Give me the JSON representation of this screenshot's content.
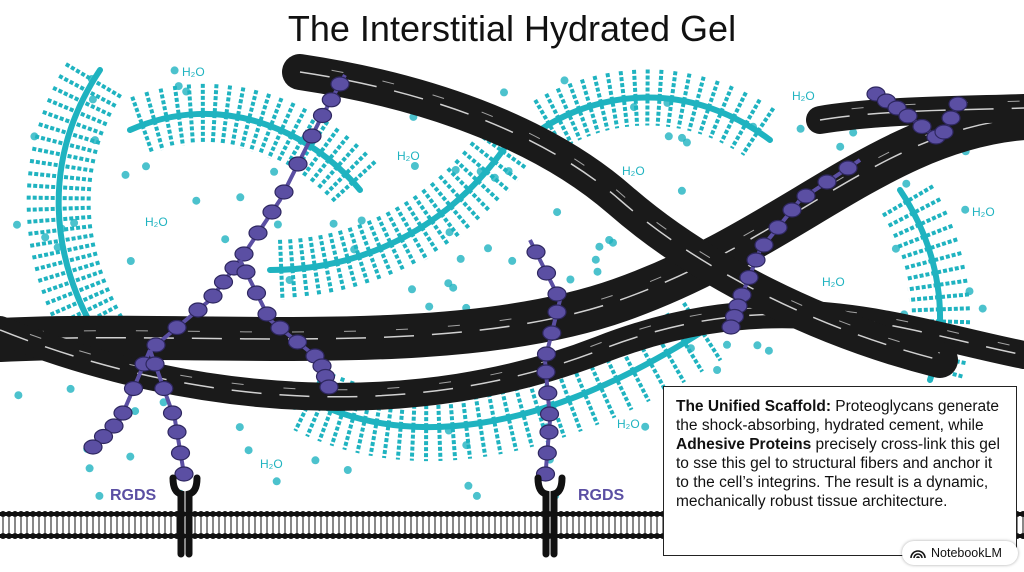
{
  "title": "The Interstitial Hydrated Gel",
  "labels": {
    "rgds_left": "RGDS",
    "rgds_right": "RGDS",
    "water": "H₂O"
  },
  "caption": {
    "heading": "The Unified Scaffold:",
    "part1": " Proteoglycans generate the shock-absorbing, hydrated cement, while ",
    "bold2": "Adhesive Proteins",
    "part2": " precisely cross-link this gel to sse this gel to structural fibers and anchor it to the cell’s integrins. The result is a dynamic, mechanically robust tissue a",
    "part3": "rchitecture."
  },
  "badge": {
    "label": "NotebookLM",
    "icon": "notebooklm-logo-icon"
  },
  "colors": {
    "proteoglycan": "#1fb3c0",
    "adhesive_protein": "#5b4fa3",
    "collagen_fiber": "#1a1a1a",
    "membrane": "#111111"
  }
}
